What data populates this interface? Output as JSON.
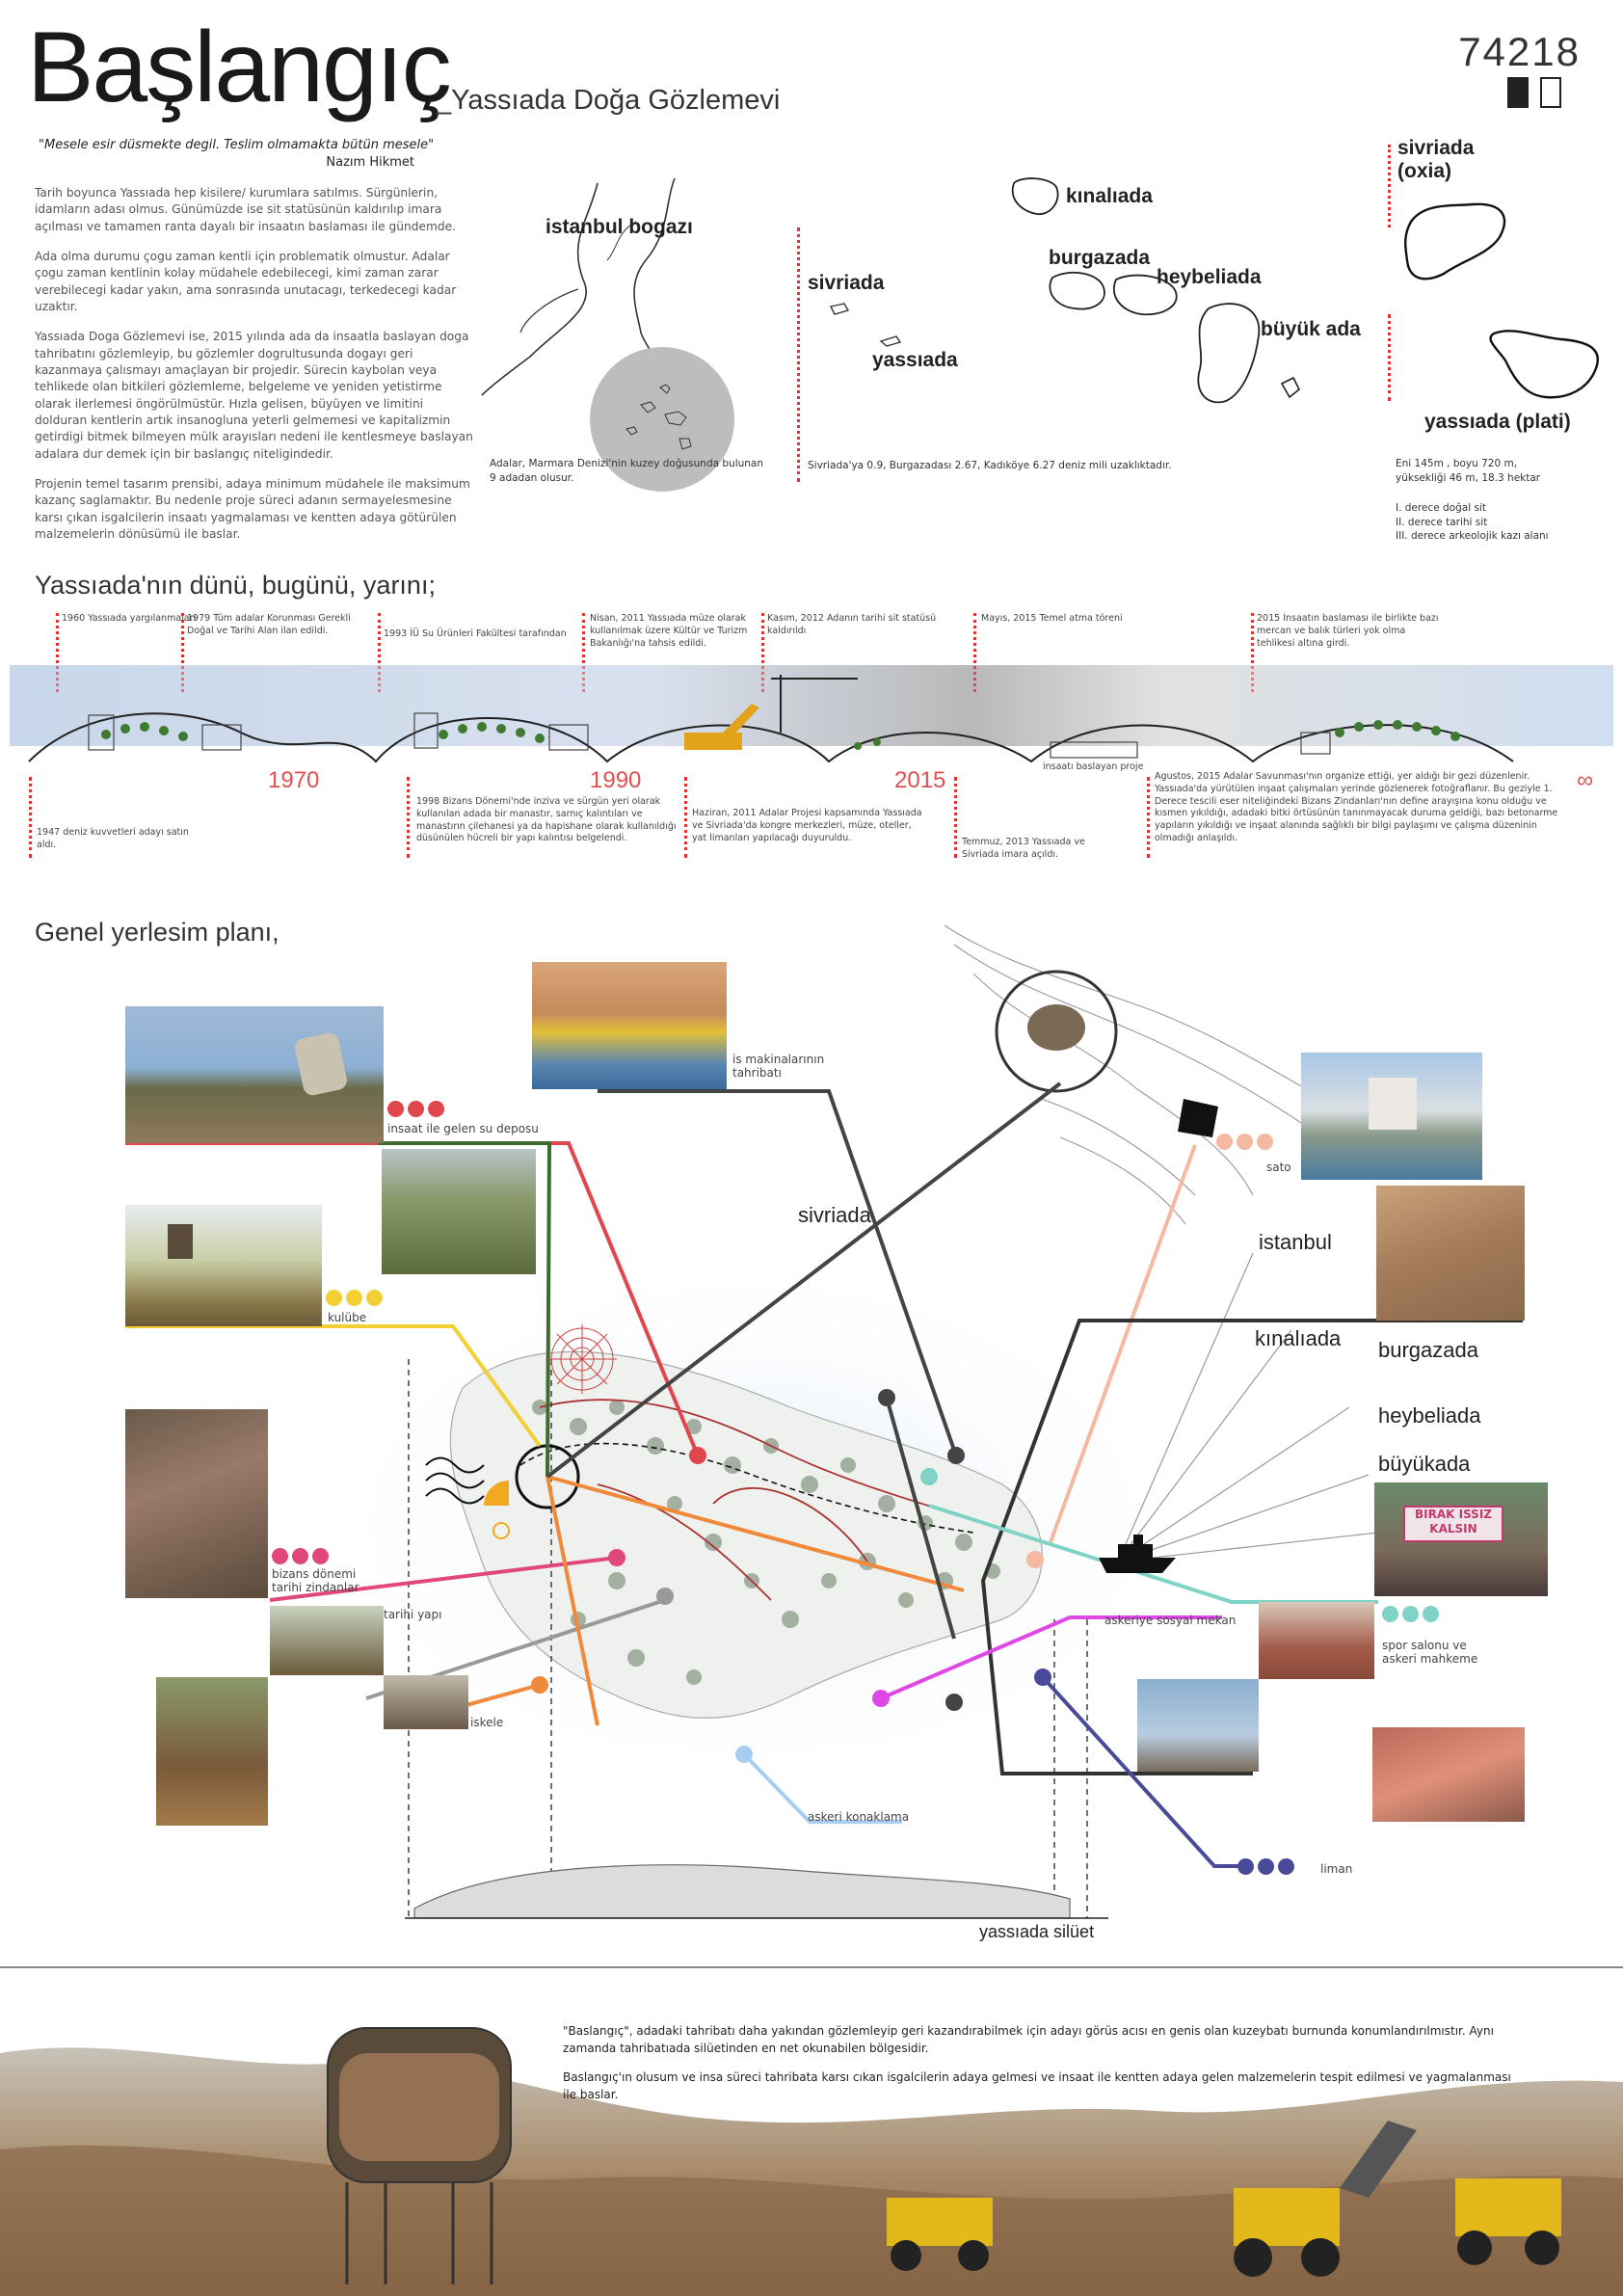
{
  "header": {
    "title": "Başlangıç",
    "subtitle": "_Yassıada Doğa Gözlemevi",
    "code": "74218"
  },
  "quote": {
    "text": "\"Mesele esir düsmekte degil. Teslim olmamakta bütün mesele\"",
    "author": "Nazım Hikmet"
  },
  "intro": [
    "Tarih boyunca Yassıada hep kisilere/ kurumlara satılmıs. Sürgünlerin, idamların adası olmus. Günümüzde ise sit statüsünün kaldırılıp imara açılması ve tamamen ranta dayalı bir insaatın baslaması ile gündemde.",
    "Ada olma durumu çogu zaman kentli için problematik olmustur. Adalar çogu zaman kentlinin kolay müdahele edebilecegi, kimi zaman zarar verebilecegi kadar yakın, ama sonrasında unutacagı, terkedecegi kadar uzaktır.",
    "Yassıada Doga Gözlemevi ise, 2015 yılında ada da insaatla baslayan doga tahribatını gözlemleyip, bu gözlemler dogrultusunda dogayı geri kazanmaya çalısmayı amaçlayan bir projedir. Sürecin kaybolan veya tehlikede olan bitkileri gözlemleme, belgeleme ve yeniden yetistirme olarak ilerlemesi öngörülmüstür. Hızla gelisen, büyüyen ve limitini dolduran kentlerin artık insanogluna yeterli gelmemesi ve kapitalizmin getirdigi bitmek bilmeyen mülk arayısları nedeni ile kentlesmeye baslayan adalara dur demek için bir baslangıç niteligindedir.",
    "Projenin temel tasarım prensibi, adaya minimum müdahele ile maksimum kazanç saglamaktır. Bu nedenle proje süreci adanın sermayelesmesine karsı çıkan isgalcilerin insaatı yagmalaması ve kentten adaya götürülen malzemelerin dönüsümü ile baslar."
  ],
  "maps": {
    "bosphorus": "istanbul bogazı",
    "sivriada": "sivriada",
    "yassiada": "yassıada",
    "kinaliada": "kınalıada",
    "burgazada": "burgazada",
    "heybeliada": "heybeliada",
    "buyukada": "büyük ada",
    "sivriada_oxia": "sivriada (oxia)",
    "yassiada_plati": "yassıada (plati)",
    "caption_adalar": "Adalar, Marmara Denizi'nin kuzey doğusunda bulunan 9 adadan olusur.",
    "caption_distance": "Sivriada'ya 0.9, Burgazadası 2.67, Kadıköye 6.27 deniz mili uzaklıktadır.",
    "caption_size": "Eni 145m , boyu 720 m, yüksekliği 46 m, 18.3 hektar",
    "sit_levels": [
      "I. derece doğal sit",
      "II. derece tarihi sit",
      "III. derece arkeolojik kazı alanı"
    ]
  },
  "timeline": {
    "heading": "Yassıada'nın dünü, bugünü, yarını;",
    "top_events": [
      {
        "text": "1960 Yassıada yargılanmaları"
      },
      {
        "text": "1979 Tüm adalar Korunması Gerekli Doğal ve Tarihi Alan ilan edildi."
      },
      {
        "text": "1993 İÜ Su Ürünleri Fakültesi tarafından"
      },
      {
        "text": "Nisan, 2011 Yassıada müze olarak kullanılmak üzere Kültür ve Turizm Bakanlığı'na tahsis edildi."
      },
      {
        "text": "Kasım, 2012 Adanın tarihi sit statüsü kaldırıldı"
      },
      {
        "text": "Mayıs, 2015 Temel atma töreni"
      },
      {
        "text": "2015 İnsaatın baslaması ile birlikte bazı mercan ve balık türleri yok olma tehlikesi altına girdi."
      }
    ],
    "years": [
      "1970",
      "1990",
      "2015",
      "∞"
    ],
    "construction_label": "insaatı baslayan proje",
    "bottom_events": [
      {
        "text": "1947 deniz kuvvetleri adayı satın aldı."
      },
      {
        "text": "1998 Bizans Dönemi'nde inziva ve sürgün yeri olarak kullanılan adada bir manastır, sarnıç kalıntıları ve manastırın çilehanesi ya da hapishane olarak kullanıldığı düsünülen hücreli bir yapı kalıntısı belgelendi."
      },
      {
        "text": "Haziran, 2011 Adalar Projesi kapsamında Yassıada ve Sivriada'da kongre merkezleri, müze, oteller, yat limanları yapılacağı duyuruldu."
      },
      {
        "text": "Temmuz, 2013 Yassıada ve Sivriada imara açıldı."
      },
      {
        "text": "Agustos, 2015 Adalar Savunması'nın organize ettiği, yer aldığı bir gezi düzenlenir. Yassıada'da yürütülen inşaat çalışmaları yerinde gözlenerek fotoğraflanır. Bu geziyle 1. Derece tescili eser niteliğindeki Bizans Zindanları'nın define arayışına konu olduğu ve kısmen yıkıldığı, adadaki bitki örtüsünün tanınmayacak duruma geldiği, bazı betonarme yapıların yıkıldığı ve inşaat alanında sağlıklı bir bilgi paylaşımı ve çalışma düzeninin olmadığı anlaşıldı."
      }
    ]
  },
  "plan": {
    "heading": "Genel yerlesim planı,",
    "labels": {
      "su_deposu": "insaat ile gelen su deposu",
      "kulube": "kulübe",
      "zindan": "bizans dönemi tarihi zindanlar",
      "tarihi_yapi": "tarihi yapı",
      "iskele": "iskele",
      "is_makina": "is makinalarının tahribatı",
      "sato": "sato",
      "askeri_sosyal": "askeriye sosyal mekan",
      "spor": "spor salonu ve askeri mahkeme",
      "askeri_konak": "askeri konaklama",
      "liman": "liman",
      "silhouette": "yassıada silüet"
    },
    "islands": [
      "sivriada",
      "istanbul",
      "kınalıada",
      "burgazada",
      "heybeliada",
      "büyükada"
    ],
    "sign_text": "BIRAK ISSIZ KALSIN"
  },
  "bottom": {
    "p1": "\"Baslangıç\", adadaki tahribatı daha yakından gözlemleyip geri kazandırabilmek için adayı görüs acısı en genis olan kuzeybatı burnunda konumlandırılmıstır. Aynı zamanda tahribatıada silüetinden en net okunabilen bölgesidir.",
    "p2": "Baslangıç'ın olusum ve insa süreci tahribata karsı cıkan isgalcilerin adaya gelmesi ve insaat ile kentten adaya gelen malzemelerin tespit edilmesi ve yagmalanması ile baslar."
  },
  "colors": {
    "red": "#e0474c",
    "yellow": "#f2d035",
    "pink": "#e0477a",
    "orange": "#f08a3a",
    "peach": "#f5b8a0",
    "teal": "#7fd2c6",
    "magenta": "#e048e6",
    "lightblue": "#a8cdf0",
    "navy": "#4a4a9a"
  }
}
